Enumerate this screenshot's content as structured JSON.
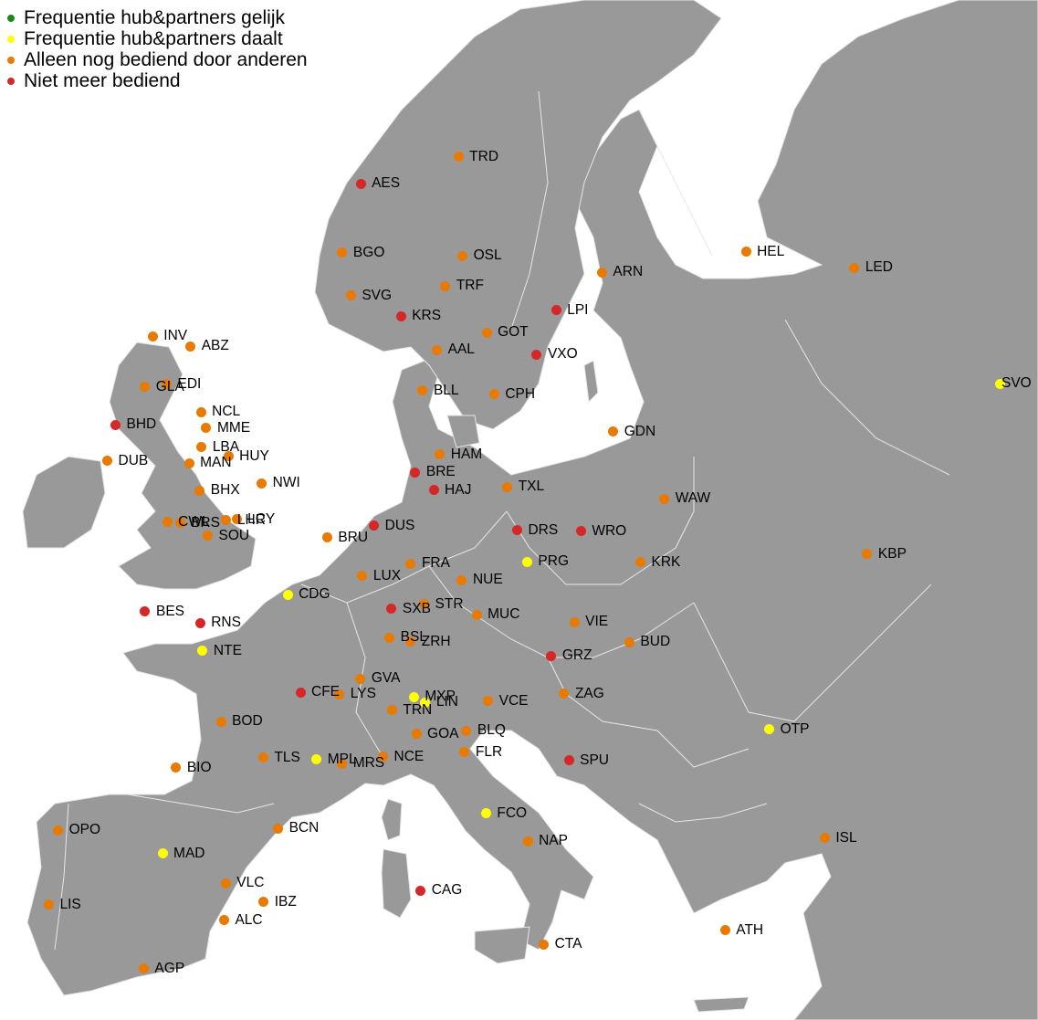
{
  "colors": {
    "sea": "#ffffff",
    "land": "#999999",
    "border": "#e6e6e6",
    "same": "#1a8a1a",
    "decreasing": "#ffff00",
    "others": "#e87a00",
    "not_served": "#d62728"
  },
  "legend": [
    {
      "label": "Frequentie hub&partners gelijk",
      "status": "same"
    },
    {
      "label": "Frequentie hub&partners daalt",
      "status": "decreasing"
    },
    {
      "label": "Alleen nog bediend door anderen",
      "status": "others"
    },
    {
      "label": "Niet meer bediend",
      "status": "not_served"
    }
  ],
  "airports": [
    {
      "code": "TRD",
      "status": "others",
      "lon": 10.9,
      "lat": 63.46
    },
    {
      "code": "AES",
      "status": "not_served",
      "lon": 6.12,
      "lat": 62.56
    },
    {
      "code": "BGO",
      "status": "others",
      "lon": 5.22,
      "lat": 60.29
    },
    {
      "code": "OSL",
      "status": "others",
      "lon": 11.1,
      "lat": 60.19
    },
    {
      "code": "TRF",
      "status": "others",
      "lon": 10.26,
      "lat": 59.19
    },
    {
      "code": "SVG",
      "status": "others",
      "lon": 5.64,
      "lat": 58.88
    },
    {
      "code": "KRS",
      "status": "not_served",
      "lon": 8.09,
      "lat": 58.2
    },
    {
      "code": "ARN",
      "status": "others",
      "lon": 17.92,
      "lat": 59.65
    },
    {
      "code": "HEL",
      "status": "others",
      "lon": 24.96,
      "lat": 60.32
    },
    {
      "code": "LED",
      "status": "others",
      "lon": 30.26,
      "lat": 59.8
    },
    {
      "code": "LPI",
      "status": "not_served",
      "lon": 15.68,
      "lat": 58.4
    },
    {
      "code": "GOT",
      "status": "others",
      "lon": 12.28,
      "lat": 57.66
    },
    {
      "code": "VXO",
      "status": "not_served",
      "lon": 14.73,
      "lat": 56.93
    },
    {
      "code": "AAL",
      "status": "others",
      "lon": 9.85,
      "lat": 57.09
    },
    {
      "code": "BLL",
      "status": "others",
      "lon": 9.15,
      "lat": 55.74
    },
    {
      "code": "CPH",
      "status": "others",
      "lon": 12.65,
      "lat": 55.62
    },
    {
      "code": "INV",
      "status": "others",
      "lon": -4.05,
      "lat": 57.54
    },
    {
      "code": "ABZ",
      "status": "others",
      "lon": -2.2,
      "lat": 57.2
    },
    {
      "code": "GLA",
      "status": "others",
      "lon": -4.43,
      "lat": 55.87
    },
    {
      "code": "EDI",
      "status": "others",
      "lon": -3.37,
      "lat": 55.95
    },
    {
      "code": "NCL",
      "status": "others",
      "lon": -1.69,
      "lat": 55.04
    },
    {
      "code": "BHD",
      "status": "not_served",
      "lon": -5.87,
      "lat": 54.62
    },
    {
      "code": "MME",
      "status": "others",
      "lon": -1.43,
      "lat": 54.51
    },
    {
      "code": "DUB",
      "status": "others",
      "lon": -6.27,
      "lat": 53.42
    },
    {
      "code": "LBA",
      "status": "others",
      "lon": -1.66,
      "lat": 53.87
    },
    {
      "code": "MAN",
      "status": "others",
      "lon": -2.27,
      "lat": 53.35
    },
    {
      "code": "HUY",
      "status": "others",
      "lon": -0.35,
      "lat": 53.57
    },
    {
      "code": "BHX",
      "status": "others",
      "lon": -1.75,
      "lat": 52.45
    },
    {
      "code": "NWI",
      "status": "others",
      "lon": 1.28,
      "lat": 52.68
    },
    {
      "code": "CWL",
      "status": "others",
      "lon": -3.34,
      "lat": 51.4
    },
    {
      "code": "BRS",
      "status": "others",
      "lon": -2.72,
      "lat": 51.38
    },
    {
      "code": "LHR",
      "status": "others",
      "lon": -0.45,
      "lat": 51.47
    },
    {
      "code": "LCY",
      "status": "others",
      "lon": 0.05,
      "lat": 51.5
    },
    {
      "code": "SOU",
      "status": "others",
      "lon": -1.36,
      "lat": 50.95
    },
    {
      "code": "GDN",
      "status": "others",
      "lon": 18.47,
      "lat": 54.38
    },
    {
      "code": "SVO",
      "status": "decreasing",
      "lon": 37.41,
      "lat": 55.97
    },
    {
      "code": "HAM",
      "status": "others",
      "lon": 9.99,
      "lat": 53.63
    },
    {
      "code": "BRE",
      "status": "not_served",
      "lon": 8.79,
      "lat": 53.05
    },
    {
      "code": "HAJ",
      "status": "not_served",
      "lon": 9.69,
      "lat": 52.46
    },
    {
      "code": "TXL",
      "status": "others",
      "lon": 13.29,
      "lat": 52.56
    },
    {
      "code": "WAW",
      "status": "others",
      "lon": 20.97,
      "lat": 52.17
    },
    {
      "code": "DUS",
      "status": "not_served",
      "lon": 6.77,
      "lat": 51.29
    },
    {
      "code": "BRU",
      "status": "others",
      "lon": 4.48,
      "lat": 50.9
    },
    {
      "code": "DRS",
      "status": "not_served",
      "lon": 13.77,
      "lat": 51.13
    },
    {
      "code": "WRO",
      "status": "not_served",
      "lon": 16.89,
      "lat": 51.1
    },
    {
      "code": "FRA",
      "status": "others",
      "lon": 8.57,
      "lat": 50.03
    },
    {
      "code": "PRG",
      "status": "decreasing",
      "lon": 14.26,
      "lat": 50.1
    },
    {
      "code": "KRK",
      "status": "others",
      "lon": 19.8,
      "lat": 50.08
    },
    {
      "code": "KBP",
      "status": "others",
      "lon": 30.89,
      "lat": 50.35
    },
    {
      "code": "LUX",
      "status": "others",
      "lon": 6.2,
      "lat": 49.63
    },
    {
      "code": "NUE",
      "status": "others",
      "lon": 11.07,
      "lat": 49.5
    },
    {
      "code": "CDG",
      "status": "decreasing",
      "lon": 2.55,
      "lat": 49.01
    },
    {
      "code": "STR",
      "status": "others",
      "lon": 9.22,
      "lat": 48.69
    },
    {
      "code": "SXB",
      "status": "not_served",
      "lon": 7.63,
      "lat": 48.54
    },
    {
      "code": "MUC",
      "status": "others",
      "lon": 11.79,
      "lat": 48.35
    },
    {
      "code": "VIE",
      "status": "others",
      "lon": 16.57,
      "lat": 48.11
    },
    {
      "code": "BES",
      "status": "not_served",
      "lon": -4.42,
      "lat": 48.45
    },
    {
      "code": "RNS",
      "status": "not_served",
      "lon": -1.73,
      "lat": 48.07
    },
    {
      "code": "BSL",
      "status": "others",
      "lon": 7.53,
      "lat": 47.59
    },
    {
      "code": "ZRH",
      "status": "others",
      "lon": 8.56,
      "lat": 47.46
    },
    {
      "code": "BUD",
      "status": "others",
      "lon": 19.26,
      "lat": 47.44
    },
    {
      "code": "NTE",
      "status": "decreasing",
      "lon": -1.61,
      "lat": 47.16
    },
    {
      "code": "GRZ",
      "status": "not_served",
      "lon": 15.44,
      "lat": 46.99
    },
    {
      "code": "GVA",
      "status": "others",
      "lon": 6.11,
      "lat": 46.24
    },
    {
      "code": "CFE",
      "status": "not_served",
      "lon": 3.17,
      "lat": 45.79
    },
    {
      "code": "LYS",
      "status": "others",
      "lon": 5.08,
      "lat": 45.73
    },
    {
      "code": "MXP",
      "status": "decreasing",
      "lon": 8.72,
      "lat": 45.63
    },
    {
      "code": "LIN",
      "status": "decreasing",
      "lon": 9.28,
      "lat": 45.45
    },
    {
      "code": "VCE",
      "status": "others",
      "lon": 12.35,
      "lat": 45.5
    },
    {
      "code": "ZAG",
      "status": "others",
      "lon": 16.07,
      "lat": 45.74
    },
    {
      "code": "TRN",
      "status": "others",
      "lon": 7.65,
      "lat": 45.2
    },
    {
      "code": "BOD",
      "status": "others",
      "lon": -0.71,
      "lat": 44.83
    },
    {
      "code": "BLQ",
      "status": "others",
      "lon": 11.29,
      "lat": 44.53
    },
    {
      "code": "GOA",
      "status": "others",
      "lon": 8.84,
      "lat": 44.41
    },
    {
      "code": "OTP",
      "status": "decreasing",
      "lon": 26.1,
      "lat": 44.57
    },
    {
      "code": "FLR",
      "status": "others",
      "lon": 11.2,
      "lat": 43.81
    },
    {
      "code": "NCE",
      "status": "others",
      "lon": 7.21,
      "lat": 43.66
    },
    {
      "code": "TLS",
      "status": "others",
      "lon": 1.36,
      "lat": 43.63
    },
    {
      "code": "MPL",
      "status": "decreasing",
      "lon": 3.96,
      "lat": 43.58
    },
    {
      "code": "MRS",
      "status": "others",
      "lon": 5.21,
      "lat": 43.44
    },
    {
      "code": "SPU",
      "status": "not_served",
      "lon": 16.3,
      "lat": 43.54
    },
    {
      "code": "BIO",
      "status": "others",
      "lon": -2.91,
      "lat": 43.3
    },
    {
      "code": "FCO",
      "status": "decreasing",
      "lon": 12.25,
      "lat": 41.8
    },
    {
      "code": "BCN",
      "status": "others",
      "lon": 2.08,
      "lat": 41.3
    },
    {
      "code": "OPO",
      "status": "others",
      "lon": -8.68,
      "lat": 41.24
    },
    {
      "code": "NAP",
      "status": "others",
      "lon": 14.29,
      "lat": 40.88
    },
    {
      "code": "ISL",
      "status": "others",
      "lon": 28.81,
      "lat": 40.98
    },
    {
      "code": "MAD",
      "status": "decreasing",
      "lon": -3.57,
      "lat": 40.47
    },
    {
      "code": "VLC",
      "status": "others",
      "lon": -0.48,
      "lat": 39.49
    },
    {
      "code": "CAG",
      "status": "not_served",
      "lon": 9.05,
      "lat": 39.25
    },
    {
      "code": "IBZ",
      "status": "others",
      "lon": 1.37,
      "lat": 38.87
    },
    {
      "code": "LIS",
      "status": "others",
      "lon": -9.13,
      "lat": 38.78
    },
    {
      "code": "ALC",
      "status": "others",
      "lon": -0.56,
      "lat": 38.28
    },
    {
      "code": "ATH",
      "status": "others",
      "lon": 23.94,
      "lat": 37.94
    },
    {
      "code": "CTA",
      "status": "others",
      "lon": 15.07,
      "lat": 37.47
    },
    {
      "code": "AGP",
      "status": "others",
      "lon": -4.49,
      "lat": 36.67
    }
  ]
}
